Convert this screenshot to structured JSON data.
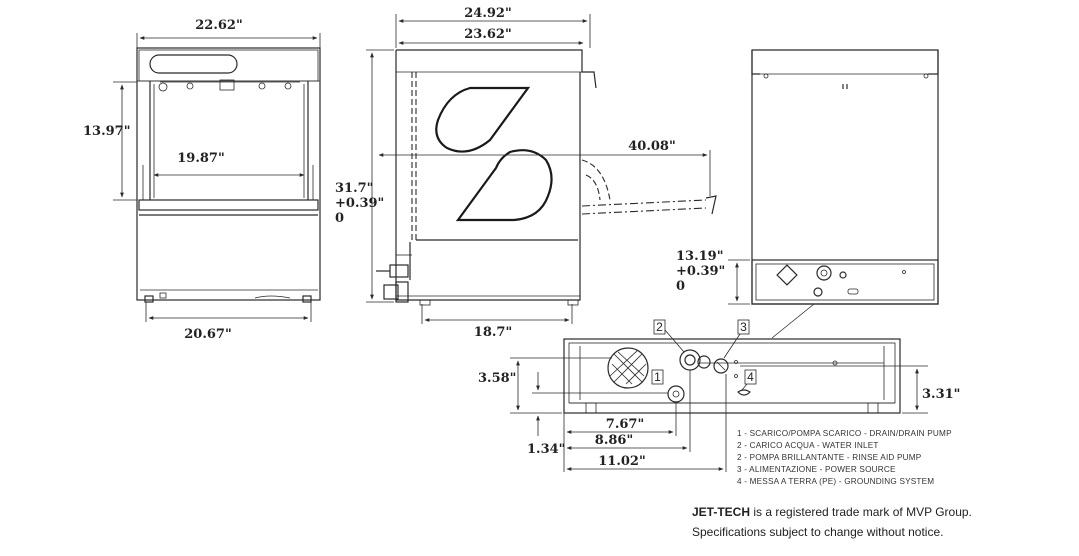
{
  "dimensions": {
    "front_width_top": "22.62\"",
    "front_height": "13.97\"",
    "front_inner_width": "19.87\"",
    "front_width_bottom": "20.67\"",
    "side_width_total": "24.92\"",
    "side_width_body": "23.62\"",
    "side_height_line1": "31.7\"",
    "side_height_line2": "+0.39\"",
    "side_height_line3": "0",
    "side_open_depth": "40.08\"",
    "side_base_depth": "18.7\"",
    "rear_height_line1": "13.19\"",
    "rear_height_line2": "+0.39\"",
    "rear_height_line3": "0",
    "bottom_h_left": "3.58\"",
    "bottom_h_small": "1.34\"",
    "bottom_h_right": "3.31\"",
    "bottom_w1": "7.67\"",
    "bottom_w2": "8.86\"",
    "bottom_w3": "11.02\""
  },
  "callouts": {
    "c1": "1",
    "c2": "2",
    "c3": "3",
    "c4": "4"
  },
  "legend": [
    "1 - SCARICO/POMPA SCARICO - DRAIN/DRAIN PUMP",
    "2 - CARICO ACQUA - WATER INLET",
    "2 - POMPA BRILLANTANTE - RINSE AID PUMP",
    "3 - ALIMENTAZIONE - POWER SOURCE",
    "4 - MESSA A TERRA (PE) - GROUNDING SYSTEM"
  ],
  "footer": {
    "brand": "JET-TECH",
    "line1_rest": " is a registered trade mark of MVP Group.",
    "line2": "Specifications subject to change without notice."
  }
}
